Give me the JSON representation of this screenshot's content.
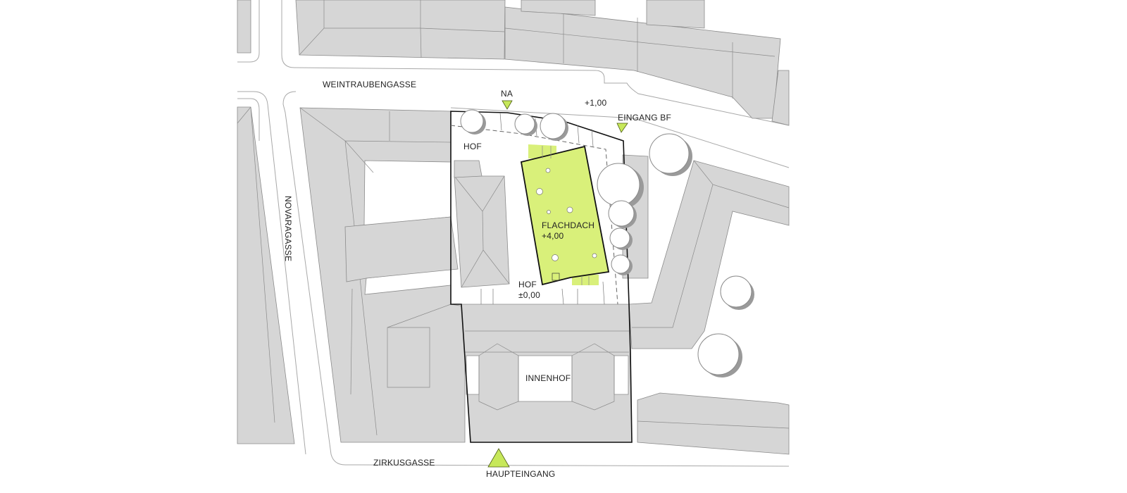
{
  "streets": {
    "weintraubengasse": "WEINTRAUBENGASSE",
    "novaragasse": "NOVARAGASSE",
    "zirkusgasse": "ZIRKUSGASSE"
  },
  "areas": {
    "hof_north": "HOF",
    "hof_south": "HOF",
    "hof_south_level": "±0,00",
    "innenhof": "INNENHOF",
    "flachdach": "FLACHDACH",
    "flachdach_level": "+4,00",
    "street_level": "+1,00"
  },
  "entrances": {
    "na": "NA",
    "eingang_bf": "EINGANG BF",
    "haupteingang": "HAUPTEINGANG"
  },
  "colors": {
    "building": "#d6d6d6",
    "highlight": "#d9f07a",
    "marker": "#c7e85a",
    "boundary": "#111111"
  },
  "icons": {
    "entrance_marker": "triangle-marker-icon",
    "tree": "tree-canopy-icon"
  }
}
